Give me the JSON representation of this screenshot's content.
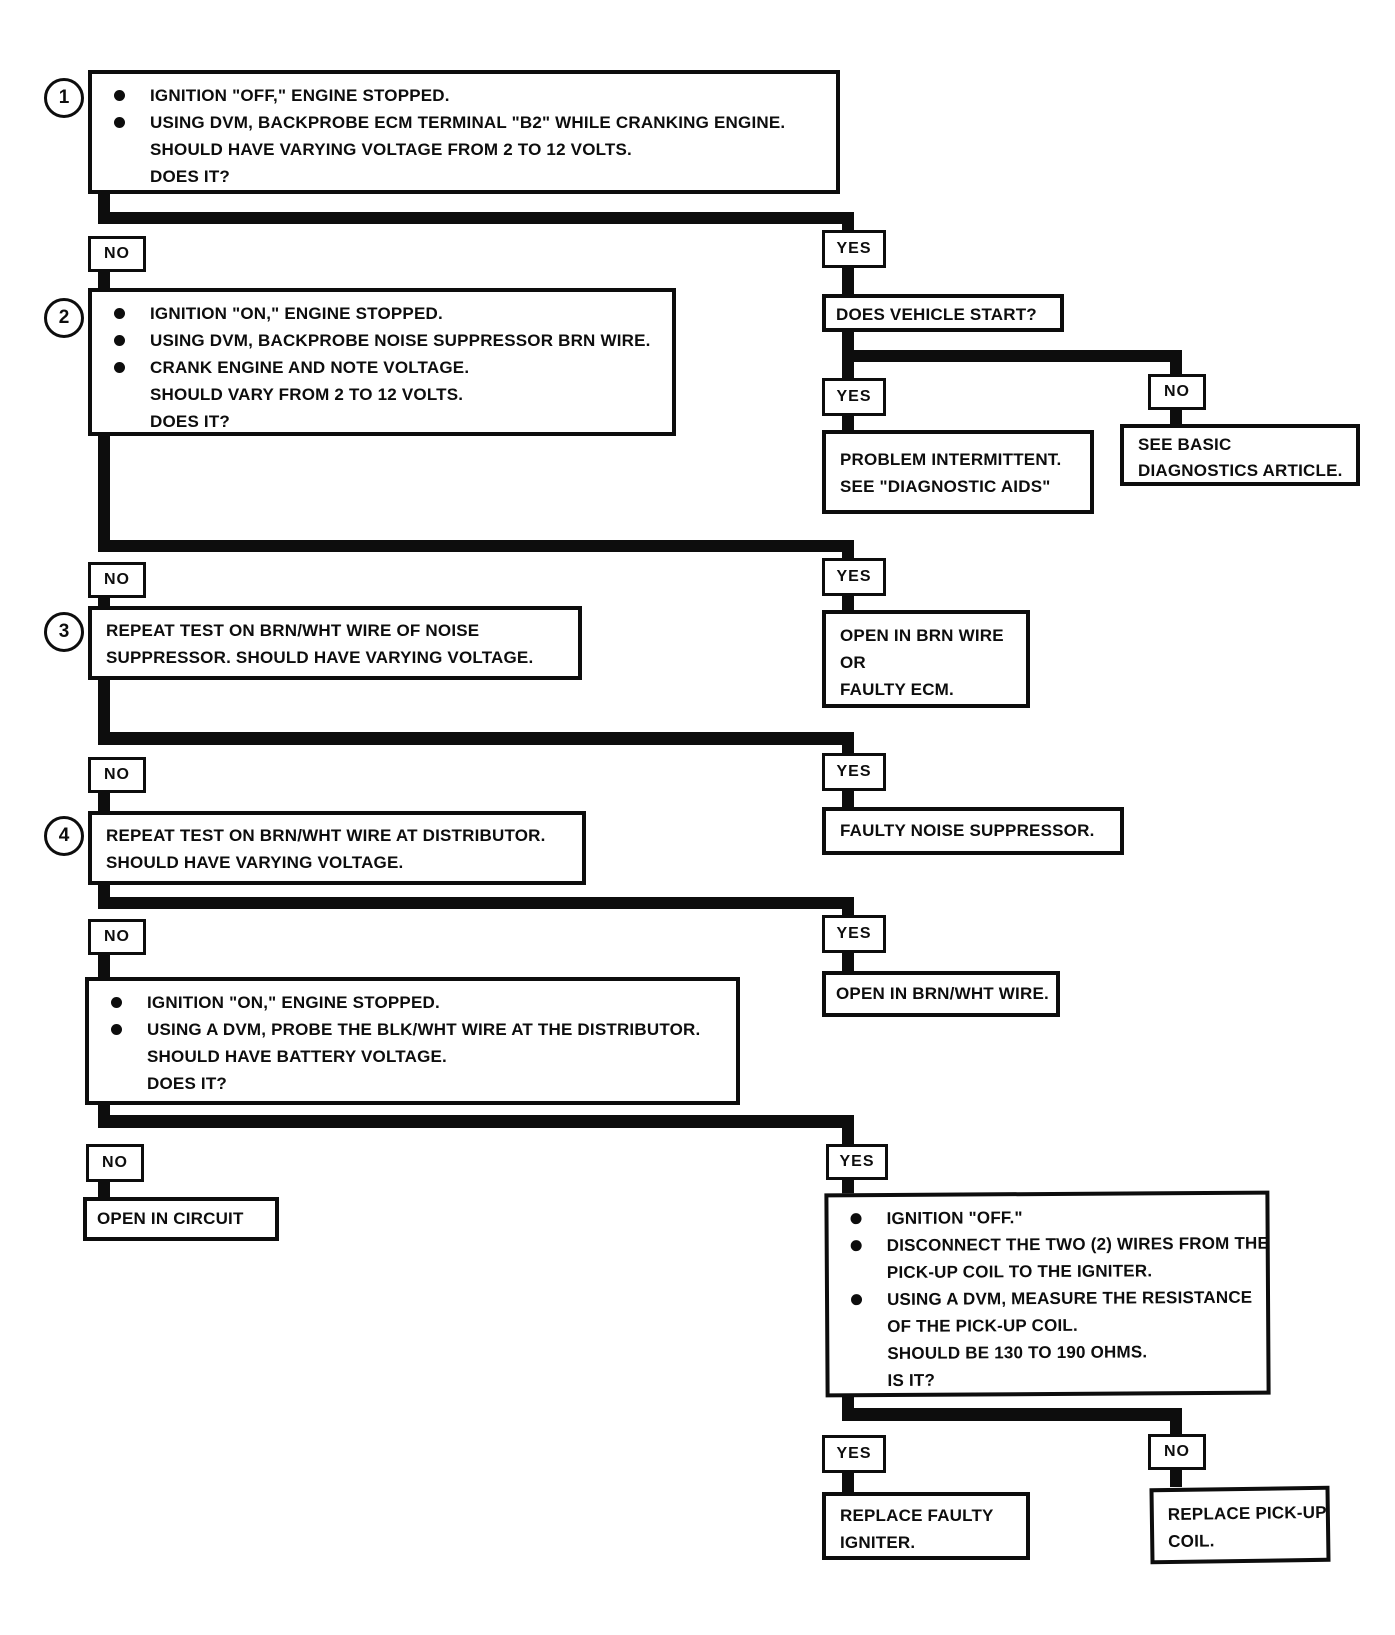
{
  "flowchart": {
    "branch_labels": {
      "yes": "YES",
      "no": "NO"
    },
    "step1": {
      "num": "1",
      "lines": [
        "IGNITION \"OFF,\" ENGINE STOPPED.",
        "USING DVM, BACKPROBE ECM TERMINAL \"B2\" WHILE CRANKING ENGINE.",
        "SHOULD HAVE VARYING VOLTAGE FROM 2 TO 12 VOLTS.",
        "DOES IT?"
      ]
    },
    "step2": {
      "num": "2",
      "lines": [
        "IGNITION \"ON,\" ENGINE STOPPED.",
        "USING DVM, BACKPROBE NOISE SUPPRESSOR BRN WIRE.",
        "CRANK ENGINE AND NOTE VOLTAGE.",
        "SHOULD VARY FROM 2 TO 12 VOLTS.",
        "DOES IT?"
      ]
    },
    "does_vehicle_start": "DOES VEHICLE START?",
    "problem_intermittent": {
      "lines": [
        "PROBLEM INTERMITTENT.",
        "SEE \"DIAGNOSTIC AIDS\""
      ]
    },
    "see_basic_diagnostics": {
      "lines": [
        "SEE BASIC",
        "DIAGNOSTICS ARTICLE."
      ]
    },
    "step3": {
      "num": "3",
      "lines": [
        "REPEAT TEST ON BRN/WHT WIRE OF NOISE",
        "SUPPRESSOR.  SHOULD HAVE VARYING VOLTAGE."
      ]
    },
    "open_in_brn_wire": {
      "lines": [
        "OPEN IN BRN WIRE",
        "OR",
        "FAULTY ECM."
      ]
    },
    "step4": {
      "num": "4",
      "lines": [
        "REPEAT TEST ON BRN/WHT WIRE AT DISTRIBUTOR.",
        "SHOULD HAVE VARYING VOLTAGE."
      ]
    },
    "faulty_noise_suppressor": "FAULTY NOISE SUPPRESSOR.",
    "probe_blkwht": {
      "lines": [
        "IGNITION \"ON,\" ENGINE STOPPED.",
        "USING A DVM, PROBE THE BLK/WHT WIRE AT THE DISTRIBUTOR.",
        "SHOULD HAVE BATTERY VOLTAGE.",
        "DOES IT?"
      ]
    },
    "open_in_brnwht_wire": "OPEN IN BRN/WHT WIRE.",
    "open_in_circuit": "OPEN IN CIRCUIT",
    "pickup_coil_resistance": {
      "lines": [
        "IGNITION \"OFF.\"",
        "DISCONNECT THE TWO (2) WIRES FROM THE",
        "PICK-UP COIL TO THE IGNITER.",
        "USING A DVM, MEASURE THE RESISTANCE",
        "OF THE PICK-UP COIL.",
        "SHOULD BE 130 TO 190 OHMS.",
        "IS IT?"
      ]
    },
    "replace_faulty_igniter": {
      "lines": [
        "REPLACE FAULTY",
        "IGNITER."
      ]
    },
    "replace_pickup_coil": {
      "lines": [
        "REPLACE PICK-UP",
        "COIL."
      ]
    }
  }
}
